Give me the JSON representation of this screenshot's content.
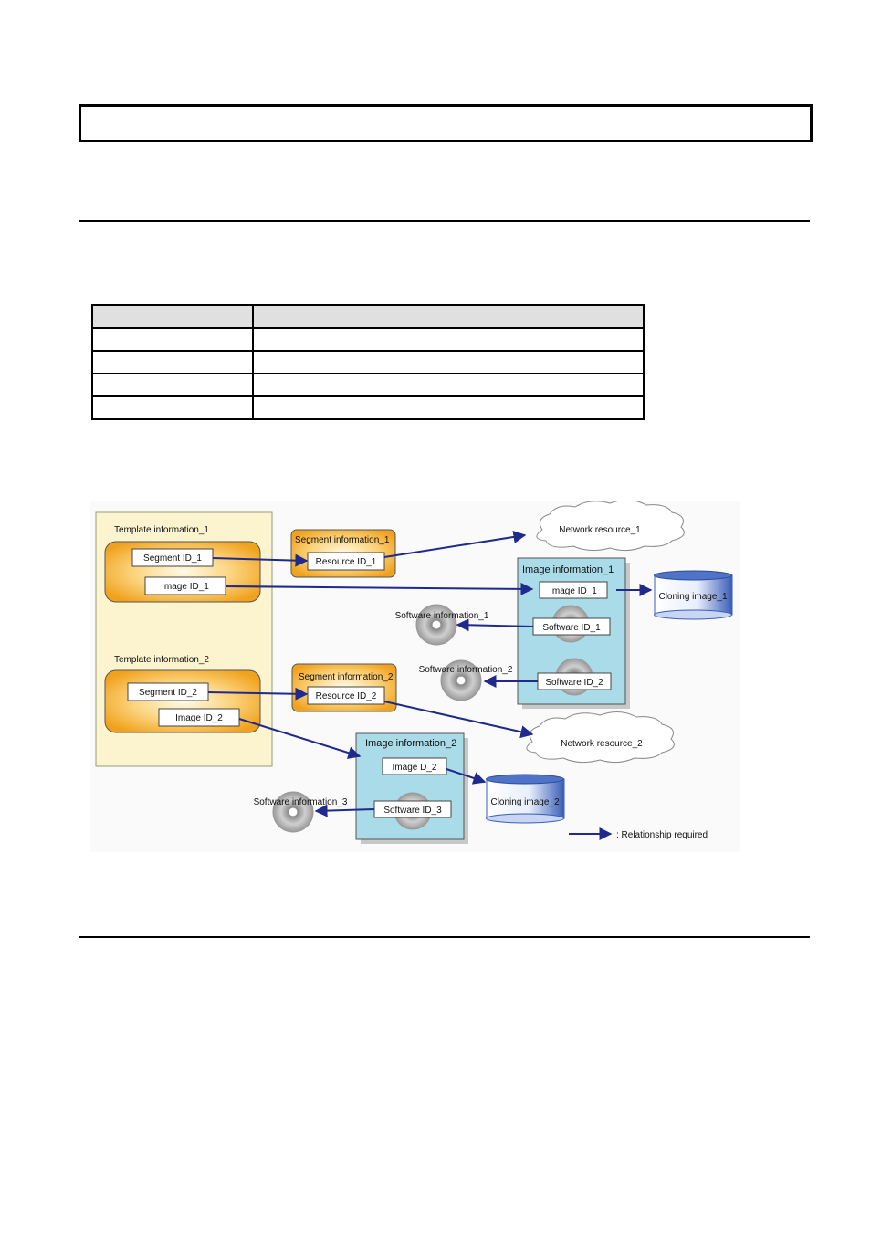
{
  "header": {
    "title": ""
  },
  "table": {
    "columns": [
      "",
      ""
    ],
    "rows": [
      [
        "",
        ""
      ],
      [
        "",
        ""
      ],
      [
        "",
        ""
      ],
      [
        "",
        ""
      ]
    ]
  },
  "diagram": {
    "template1": "Template information_1",
    "template2": "Template information_2",
    "segment_id_1": "Segment ID_1",
    "image_id_1": "Image ID_1",
    "segment_id_2": "Segment ID_2",
    "image_id_2": "Image ID_2",
    "segment_info_1": "Segment information_1",
    "resource_id_1": "Resource ID_1",
    "segment_info_2": "Segment information_2",
    "resource_id_2": "Resource ID_2",
    "network_resource_1": "Network resource_1",
    "network_resource_2": "Network resource_2",
    "image_info_1": "Image information_1",
    "image_info_1_image_id": "Image ID_1",
    "software_id_1": "Software ID_1",
    "software_id_2": "Software ID_2",
    "cloning_image_1": "Cloning image_1",
    "software_info_1": "Software information_1",
    "software_info_2": "Software information_2",
    "image_info_2": "Image information_2",
    "image_info_2_image_id": "Image D_2",
    "software_id_3": "Software ID_3",
    "cloning_image_2": "Cloning image_2",
    "software_info_3": "Software information_3",
    "legend": ": Relationship required"
  },
  "colors": {
    "arrow": "#1f2a8c",
    "template_panel": "#fbf4cf",
    "orange": "#f5a623",
    "blue_panel": "#a9dbe8",
    "cylinder": "#4f73c6"
  }
}
